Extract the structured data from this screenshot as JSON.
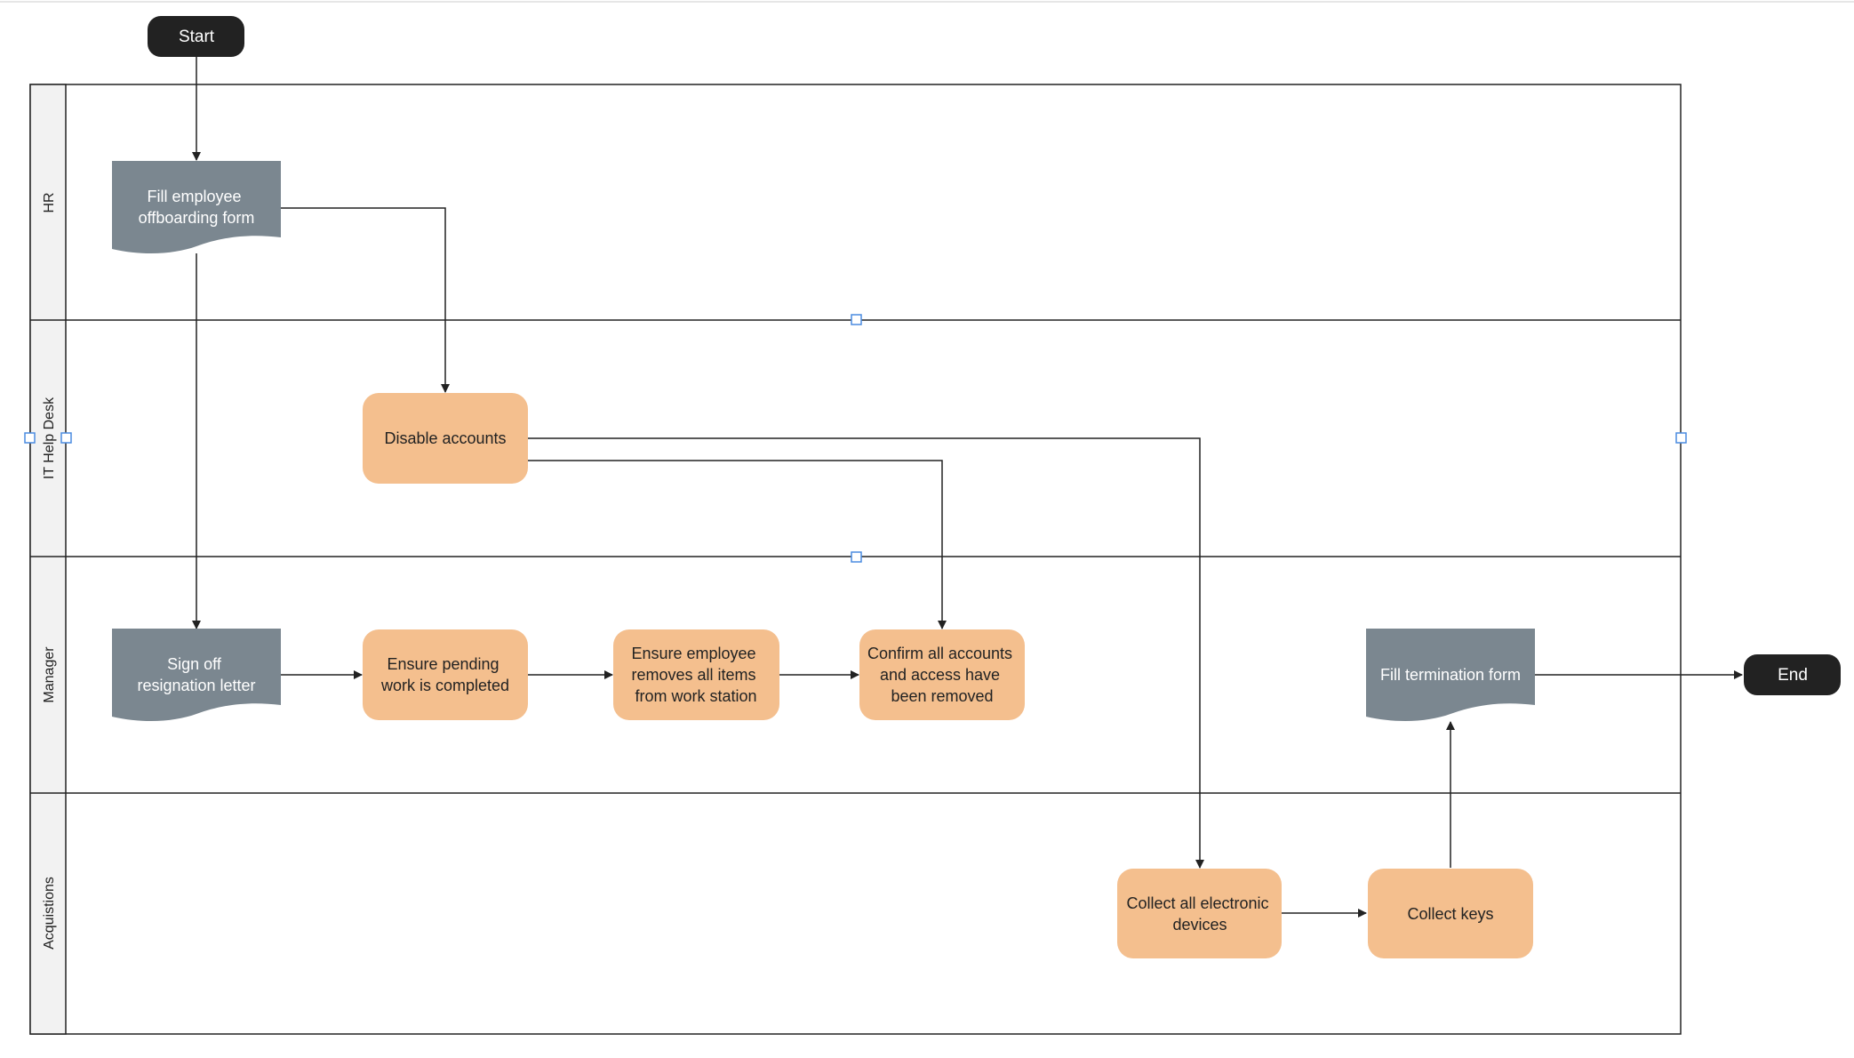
{
  "colors": {
    "terminal": "#222222",
    "document": "#7b8790",
    "process": "#f4bf8e",
    "lane_header": "#f2f2f2",
    "line": "#222222",
    "handle": "#4a8be0"
  },
  "terminals": {
    "start": "Start",
    "end": "End"
  },
  "lanes": [
    {
      "id": "hr",
      "label": "HR"
    },
    {
      "id": "it",
      "label": "IT Help Desk"
    },
    {
      "id": "mgr",
      "label": "Manager"
    },
    {
      "id": "acq",
      "label": "Acquistions"
    }
  ],
  "nodes": {
    "fill_offboarding": [
      "Fill employee",
      "offboarding form"
    ],
    "disable_accounts": [
      "Disable accounts"
    ],
    "sign_off": [
      "Sign off",
      "resignation letter"
    ],
    "ensure_pending": [
      "Ensure pending",
      "work is completed"
    ],
    "ensure_removes": [
      "Ensure employee",
      "removes all items",
      "from work station"
    ],
    "confirm_accounts": [
      "Confirm all accounts",
      "and access have",
      "been removed"
    ],
    "fill_termination": [
      "Fill termination form"
    ],
    "collect_devices": [
      "Collect all electronic",
      "devices"
    ],
    "collect_keys": [
      "Collect keys"
    ]
  }
}
